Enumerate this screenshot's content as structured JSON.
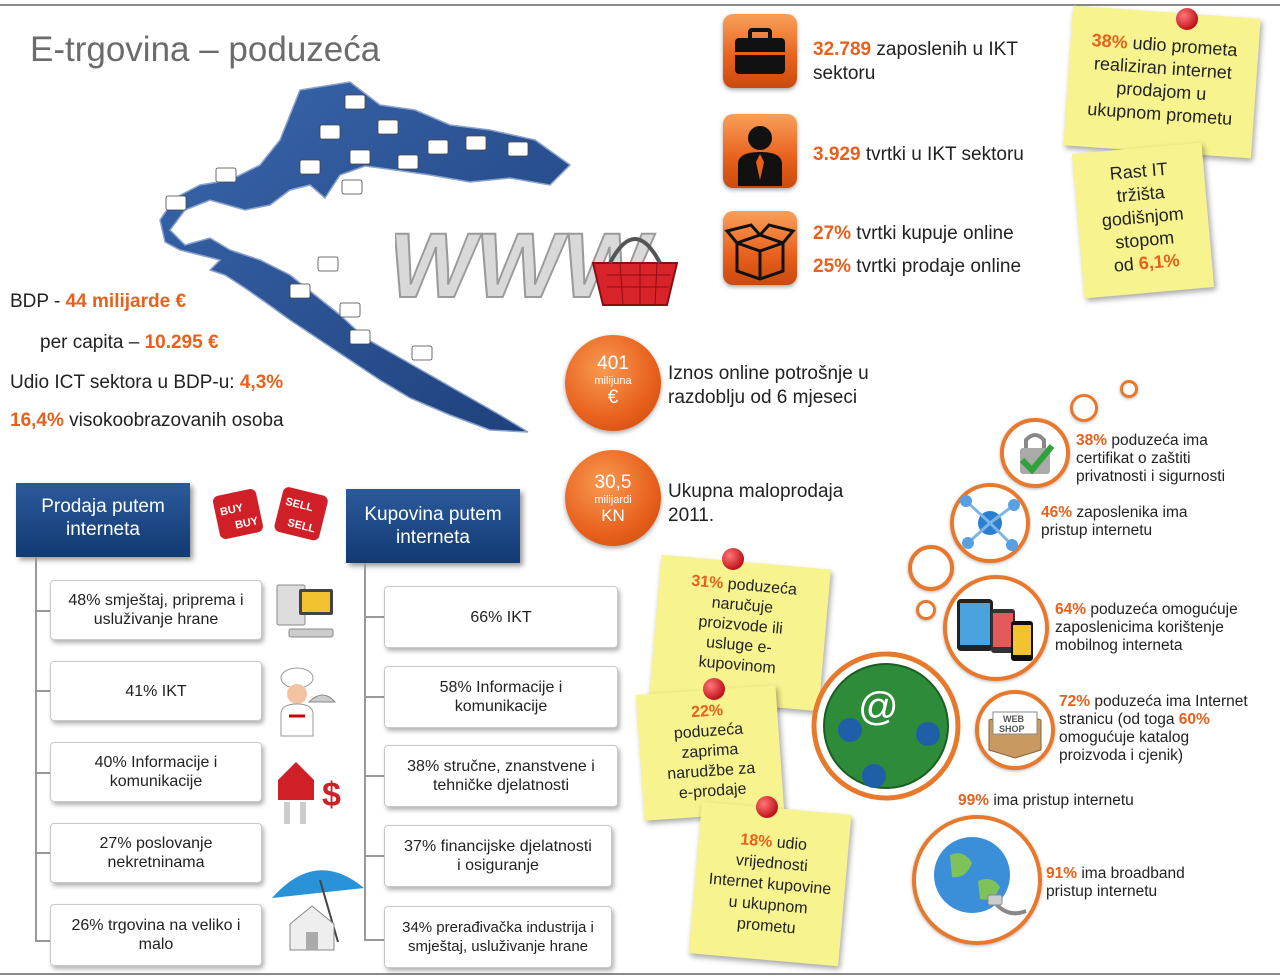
{
  "title": "E-trgovina – poduzeća",
  "stats": {
    "bdp_label": "BDP - ",
    "bdp_value": "44 milijarde €",
    "per_capita_label": "per capita – ",
    "per_capita_value": "10.295 €",
    "ict_label": "Udio ICT sektora u BDP-u: ",
    "ict_value": "4,3%",
    "edu_value": "16,4%",
    "edu_label": " visokoobrazovanih osoba"
  },
  "top_items": [
    {
      "value": "32.789",
      "text1": " zaposlenih u IKT",
      "text2": "sektoru",
      "icon": "briefcase-icon"
    },
    {
      "value": "3.929",
      "text1": " tvrtki u IKT sektoru",
      "icon": "businessman-icon"
    },
    {
      "value1": "27%",
      "text1": " tvrtki kupuje online",
      "value2": "25%",
      "text2": " tvrtki prodaje online",
      "icon": "box-icon"
    }
  ],
  "notes": {
    "n1_value": "38%",
    "n1_l1": " udio prometa",
    "n1_l2": "realiziran internet",
    "n1_l3": "prodajom u",
    "n1_l4": "ukupnom prometu",
    "n2_l1": "Rast IT",
    "n2_l2": "tržišta",
    "n2_l3": "godišnjom",
    "n2_l4": "stopom",
    "n2_l5a": "od ",
    "n2_value": "6,1%",
    "n3_value": "31%",
    "n3_l1": " poduzeća",
    "n3_l2": "naručuje",
    "n3_l3": "proizvode ili",
    "n3_l4": "usluge e-",
    "n3_l5": "kupovinom",
    "n4_value": "22%",
    "n4_l1": "poduzeća",
    "n4_l2": "zaprima",
    "n4_l3": "narudžbe za",
    "n4_l4": "e-prodaje",
    "n5_value": "18%",
    "n5_l1": " udio",
    "n5_l2": "vrijednosti",
    "n5_l3": "Internet kupovine",
    "n5_l4": "u ukupnom",
    "n5_l5": "prometu"
  },
  "circles": [
    {
      "big": "401",
      "small": "milijuna",
      "unit": "€",
      "text1": "Iznos online potrošnje u",
      "text2": "razdoblju od 6 mjeseci"
    },
    {
      "big": "30,5",
      "small": "milijardi",
      "unit": "KN",
      "text1": "Ukupna maloprodaja",
      "text2": " 2011."
    }
  ],
  "sales": {
    "header": [
      "Prodaja putem",
      "interneta"
    ],
    "items": [
      [
        "48% smještaj, priprema i",
        "usluživanje hrane"
      ],
      [
        "41% IKT",
        ""
      ],
      [
        "40% Informacije i",
        "komunikacije"
      ],
      [
        "27% poslovanje",
        "nekretninama"
      ],
      [
        "26% trgovina na veliko i",
        "malo"
      ]
    ],
    "dice": [
      "BUY",
      "BUY",
      "SELL",
      "SELL"
    ]
  },
  "purchase": {
    "header": [
      "Kupovina putem",
      "interneta"
    ],
    "items": [
      [
        "66% IKT",
        ""
      ],
      [
        "58% Informacije i",
        "komunikacije"
      ],
      [
        "38% stručne, znanstvene i",
        "tehničke djelatnosti"
      ],
      [
        "37% financijske djelatnosti",
        "i osiguranje"
      ],
      [
        "34% prerađivačka industrija i",
        "smještaj, usluživanje hrane"
      ]
    ]
  },
  "right": {
    "r1_value": "38%",
    "r1_l1": " poduzeća ima",
    "r1_l2": "certifikat o zaštiti",
    "r1_l3": "privatnosti i sigurnosti",
    "r2_value": "46%",
    "r2_l1": " zaposlenika ima",
    "r2_l2": "pristup internetu",
    "r3_value": "64%",
    "r3_l1": " poduzeća omogućuje",
    "r3_l2": "zaposlenicima korištenje",
    "r3_l3": "mobilnog interneta",
    "r4_value": "72%",
    "r4_l1": " poduzeća ima Internet",
    "r4_l2": "stranicu (od toga ",
    "r4_value2": "60%",
    "r4_l3": "omogućuje katalog",
    "r4_l4": "proizvoda i cjenik)",
    "r5_value": "99%",
    "r5_l1": " ima pristup internetu",
    "r6_value": "91%",
    "r6_l1": " ima broadband",
    "r6_l2": "pristup internetu",
    "web_shop_l1": "WEB",
    "web_shop_l2": "SHOP"
  },
  "colors": {
    "accent": "#e8601c",
    "blue": "#1b4a8a",
    "note": "#f7f38f"
  }
}
